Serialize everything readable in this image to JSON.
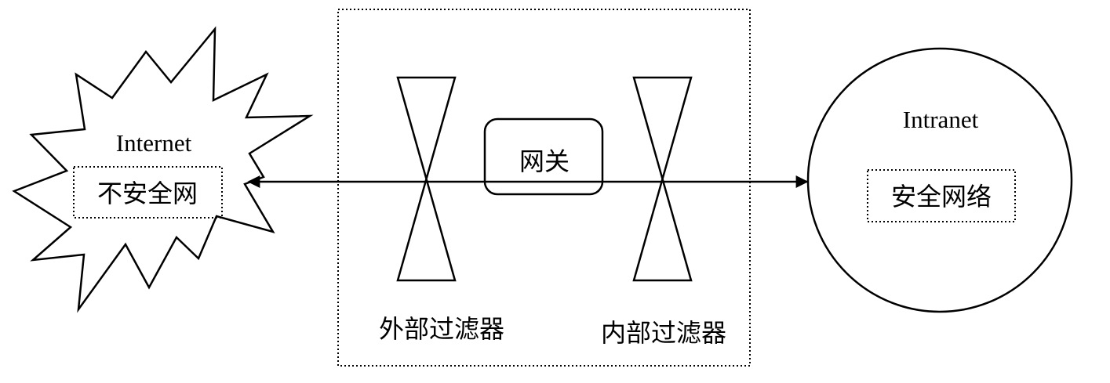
{
  "internet": {
    "title": "Internet",
    "subtitle": "不安全网"
  },
  "intranet": {
    "title": "Intranet",
    "subtitle": "安全网络"
  },
  "gateway": {
    "label": "网关"
  },
  "filters": {
    "outer_label": "外部过滤器",
    "inner_label": "内部过滤器"
  },
  "colors": {
    "stroke": "#000000",
    "background": "#ffffff"
  }
}
